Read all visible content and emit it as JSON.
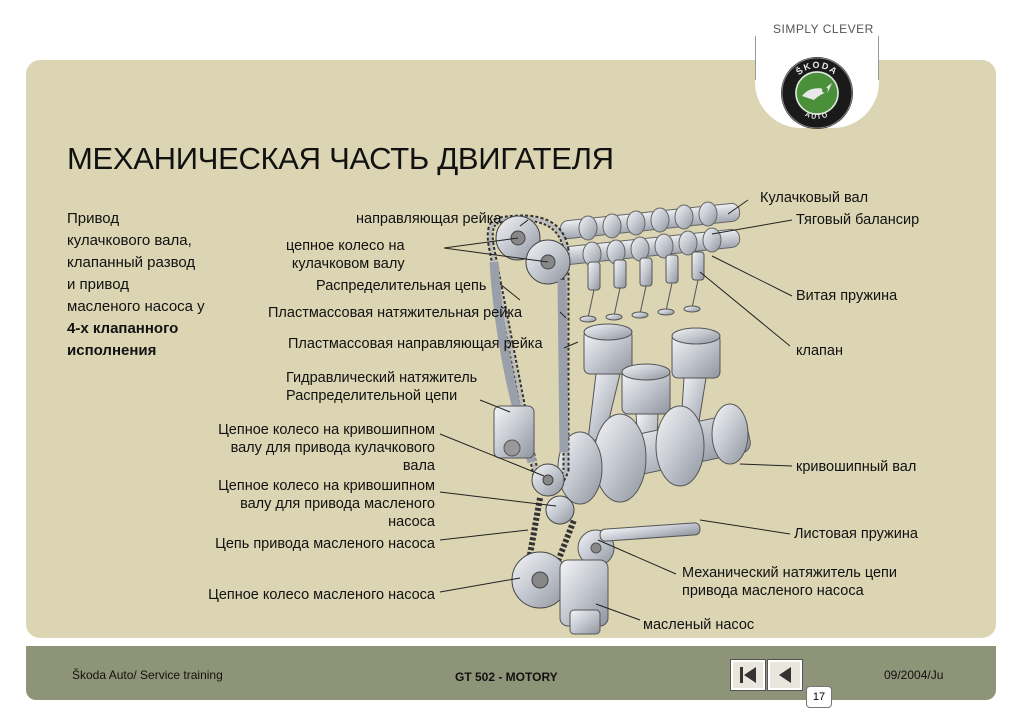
{
  "header": {
    "slogan": "SIMPLY CLEVER",
    "logo_text_top": "ŠKODA",
    "logo_text_bottom": "AUTO"
  },
  "title": "МЕХАНИЧЕСКАЯ ЧАСТЬ ДВИГАТЕЛЯ",
  "description": {
    "lines": [
      "Привод",
      "кулачкового вала,",
      "клапанный развод",
      "и привод",
      "масленого насоса у"
    ],
    "bold_lines": [
      "4-х клапанного",
      "исполнения"
    ]
  },
  "labels": {
    "right": {
      "camshaft": "Кулачковый вал",
      "balancer": "Тяговый балансир",
      "coil_spring": "Витая пружина",
      "valve": "клапан",
      "crankshaft": "кривошипный вал",
      "leaf_spring": "Листовая пружина",
      "mech_tensioner_1": "Механический натяжитель цепи",
      "mech_tensioner_2": "привода масленого насоса",
      "oil_pump": "масленый насос"
    },
    "middle": {
      "guide_rail": "направляющая рейка",
      "cam_sprocket_1": "цепное колесо на",
      "cam_sprocket_2": "кулачковом валу",
      "timing_chain": "Распределительная цепь",
      "plastic_tensioner_rail": "Пластмассовая натяжительная рейка",
      "plastic_guide_rail": "Пластмассовая направляющая рейка",
      "hydraulic_tensioner_1": "Гидравлический натяжитель",
      "hydraulic_tensioner_2": "Распределительной цепи"
    },
    "left": {
      "crank_sprocket_cam_1": "Цепное колесо на кривошипном",
      "crank_sprocket_cam_2": "валу для привода кулачкового",
      "crank_sprocket_cam_3": "вала",
      "crank_sprocket_oil_1": "Цепное колесо на кривошипном",
      "crank_sprocket_oil_2": "валу для привода масленого",
      "crank_sprocket_oil_3": "насоса",
      "oil_pump_chain": "Цепь привода масленого насоса",
      "oil_pump_sprocket": "Цепное колесо масленого насоса"
    }
  },
  "footer": {
    "left": "Škoda Auto/ Service training",
    "center": "GT 502 - MOTORY",
    "right": "09/2004/Ju",
    "page": "17"
  },
  "colors": {
    "panel": "#dbd5b3",
    "footer": "#8e9477",
    "logo_green": "#4a8f3a"
  }
}
